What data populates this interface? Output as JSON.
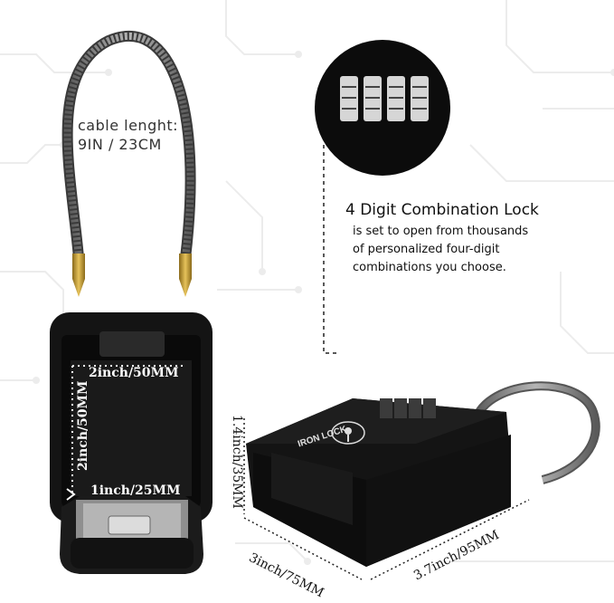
{
  "cable": {
    "label_line1": "cable lenght:",
    "label_line2": "9IN / 23CM"
  },
  "feature": {
    "title": "4 Digit Combination Lock",
    "desc_line1": "is set to open from thousands",
    "desc_line2": "of personalized four-digit",
    "desc_line3": "combinations you choose."
  },
  "inner_dimensions": {
    "width": "2inch/50MM",
    "height": "2inch/50MM",
    "depth": "1inch/25MM"
  },
  "outer_dimensions": {
    "height": "1.4inch/35MM",
    "width": "3inch/75MM",
    "length": "3.7inch/95MM"
  },
  "brand": "IRON LOCK",
  "colors": {
    "lock_body": "#111111",
    "cable_steel": "#8c8c8c",
    "brass_tip": "#c89a2c",
    "circuit_pattern": "#e8e8e8"
  }
}
